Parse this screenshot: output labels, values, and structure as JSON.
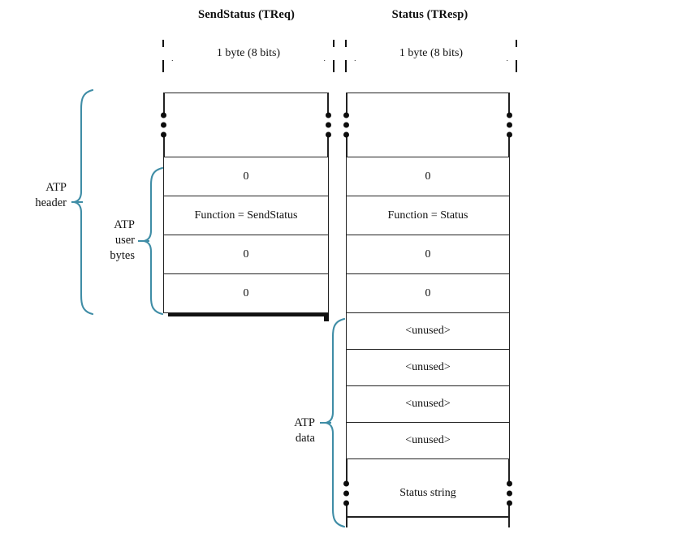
{
  "diagram": {
    "title_left": "SendStatus (TReq)",
    "title_right": "Status (TResp)",
    "dimension_label": "1 byte (8 bits)",
    "brace_accent_color": "#3f8da6",
    "labels": {
      "atp_header": "ATP\nheader",
      "atp_header_line1": "ATP",
      "atp_header_line2": "header",
      "atp_user_bytes_line1": "ATP",
      "atp_user_bytes_line2": "user",
      "atp_user_bytes_line3": "bytes",
      "atp_data_line1": "ATP",
      "atp_data_line2": "data"
    },
    "columns": [
      {
        "name": "sendstatus-treq",
        "title": "SendStatus (TReq)",
        "dimension": "1 byte (8 bits)",
        "cells": [
          {
            "text": "",
            "kind": "ellipsis"
          },
          {
            "text": "0",
            "kind": "value"
          },
          {
            "text": "Function = SendStatus",
            "kind": "value"
          },
          {
            "text": "0",
            "kind": "value"
          },
          {
            "text": "0",
            "kind": "value"
          }
        ]
      },
      {
        "name": "status-tresp",
        "title": "Status (TResp)",
        "dimension": "1 byte (8 bits)",
        "cells": [
          {
            "text": "",
            "kind": "ellipsis"
          },
          {
            "text": "0",
            "kind": "value"
          },
          {
            "text": "Function = Status",
            "kind": "value"
          },
          {
            "text": "0",
            "kind": "value"
          },
          {
            "text": "0",
            "kind": "value"
          },
          {
            "text": "<unused>",
            "kind": "value"
          },
          {
            "text": "<unused>",
            "kind": "value"
          },
          {
            "text": "<unused>",
            "kind": "value"
          },
          {
            "text": "<unused>",
            "kind": "value"
          },
          {
            "text": "Status string",
            "kind": "ellipsis-value"
          }
        ]
      }
    ]
  }
}
